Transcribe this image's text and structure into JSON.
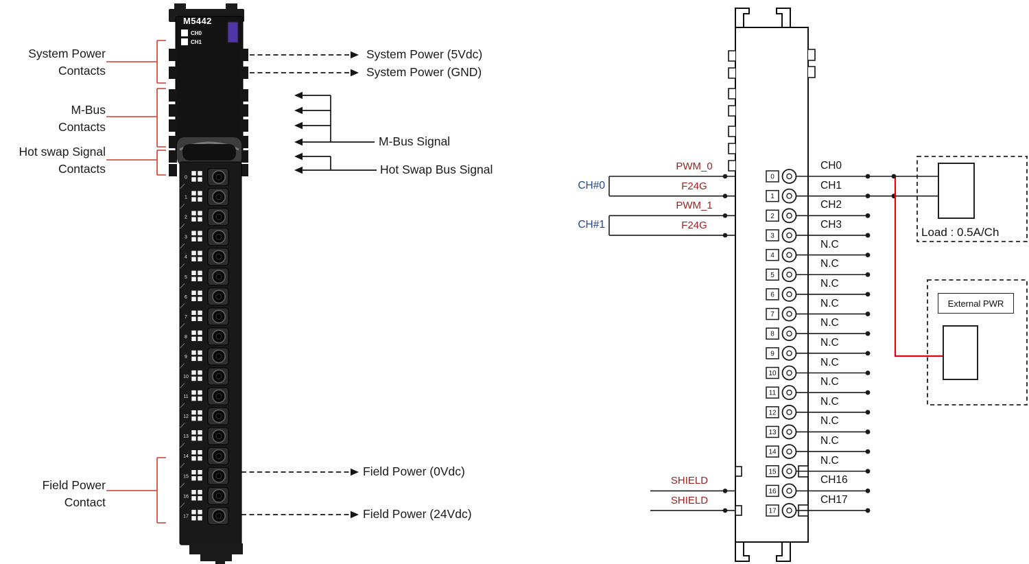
{
  "left_diagram": {
    "module": {
      "title": "M5442",
      "led_labels": [
        "CH0",
        "CH1"
      ],
      "terminal_numbers": [
        "0",
        "1",
        "2",
        "3",
        "4",
        "5",
        "6",
        "7",
        "8",
        "9",
        "10",
        "11",
        "12",
        "13",
        "14",
        "15",
        "16",
        "17"
      ]
    },
    "contact_labels": [
      {
        "line1": "System Power",
        "line2": "Contacts"
      },
      {
        "line1": "M-Bus",
        "line2": "Contacts"
      },
      {
        "line1": "Hot swap Signal",
        "line2": "Contacts"
      },
      {
        "line1": "Field Power",
        "line2": "Contact"
      }
    ],
    "callouts": {
      "system_power_5v": "System Power (5Vdc)",
      "system_power_gnd": "System Power (GND)",
      "mbus_signal": "M-Bus Signal",
      "hot_swap": "Hot Swap Bus Signal",
      "field_power_0v": "Field Power (0Vdc)",
      "field_power_24v": "Field Power (24Vdc)"
    }
  },
  "wiring_diagram": {
    "input_groups": [
      {
        "label": "CH#0",
        "signals": [
          "PWM_0",
          "F24G"
        ]
      },
      {
        "label": "CH#1",
        "signals": [
          "PWM_1",
          "F24G"
        ]
      }
    ],
    "shield_labels": [
      "SHIELD",
      "SHIELD"
    ],
    "terminals": [
      {
        "num": "0",
        "channel": "CH0"
      },
      {
        "num": "1",
        "channel": "CH1"
      },
      {
        "num": "2",
        "channel": "CH2"
      },
      {
        "num": "3",
        "channel": "CH3"
      },
      {
        "num": "4",
        "channel": "N.C"
      },
      {
        "num": "5",
        "channel": "N.C"
      },
      {
        "num": "6",
        "channel": "N.C"
      },
      {
        "num": "7",
        "channel": "N.C"
      },
      {
        "num": "8",
        "channel": "N.C"
      },
      {
        "num": "9",
        "channel": "N.C"
      },
      {
        "num": "10",
        "channel": "N.C"
      },
      {
        "num": "11",
        "channel": "N.C"
      },
      {
        "num": "12",
        "channel": "N.C"
      },
      {
        "num": "13",
        "channel": "N.C"
      },
      {
        "num": "14",
        "channel": "N.C"
      },
      {
        "num": "15",
        "channel": "N.C"
      },
      {
        "num": "16",
        "channel": "CH16"
      },
      {
        "num": "17",
        "channel": "CH17"
      }
    ],
    "load_label": "Load : 0.5A/Ch",
    "external_pwr_label": "External PWR"
  },
  "colors": {
    "bracket_red": "#d2382a",
    "signal_text_maroon": "#9a1f1f",
    "group_text_navy": "#23488f",
    "wire_red": "#e60012",
    "module_accent_purple": "#4f35a8",
    "line_black": "#1a1a1a"
  }
}
